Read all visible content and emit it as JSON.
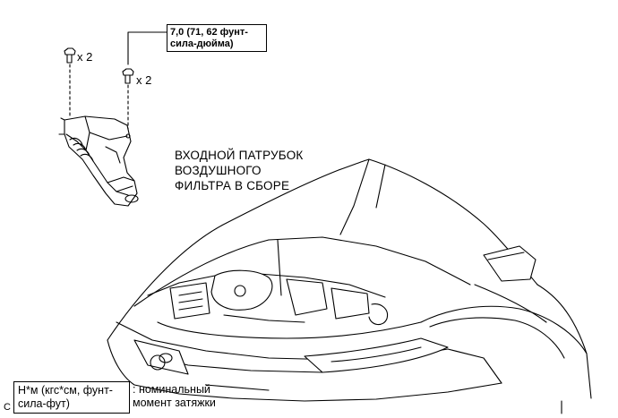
{
  "torque_spec": {
    "line1": "7,0 (71, 62 фунт-",
    "line2": "сила-дюйма)"
  },
  "bolt_qty_left": "x 2",
  "bolt_qty_right": "x 2",
  "part_label": {
    "line1": "ВХОДНОЙ ПАТРУБОК",
    "line2": "ВОЗДУШНОГО",
    "line3": "ФИЛЬТРА В СБОРЕ"
  },
  "legend": {
    "unit_line1": "Н*м (кгс*см, фунт-",
    "unit_line2": "сила-фут)",
    "desc_line1": ": номинальный",
    "desc_line2": "момент затяжки"
  },
  "figure_code": "C"
}
